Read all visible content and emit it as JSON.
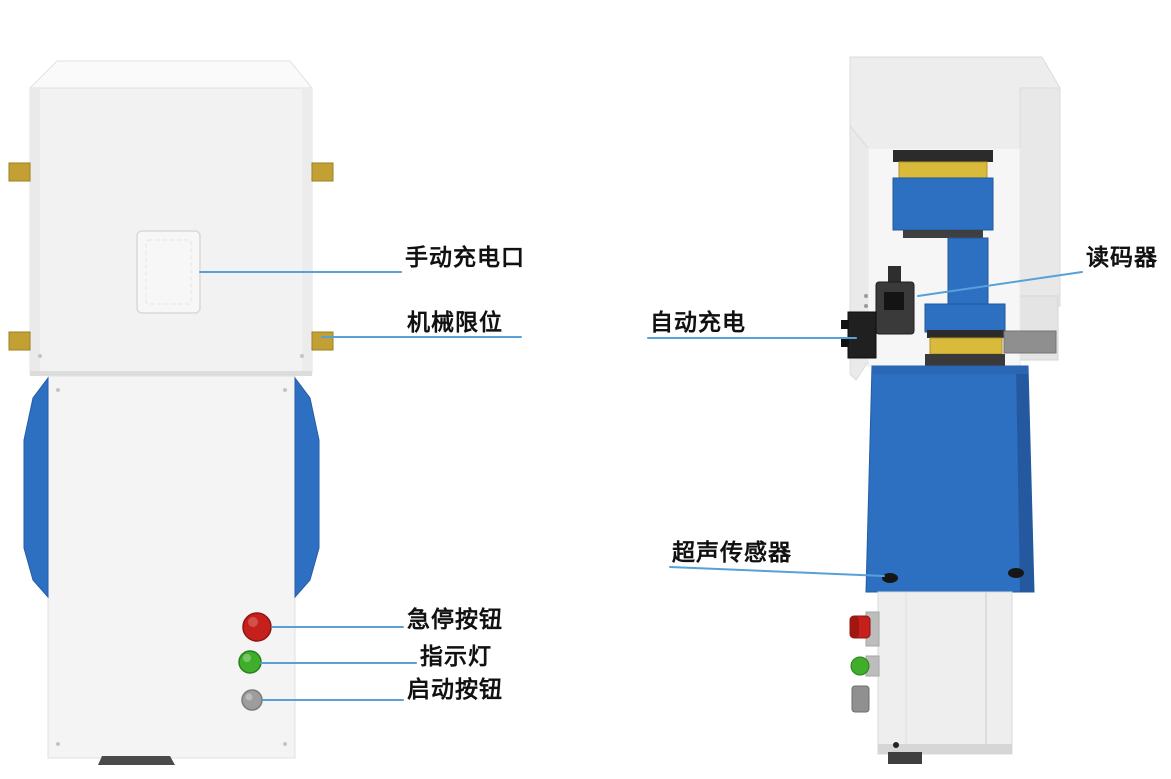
{
  "diagram": {
    "kind": "annotated product diagram, two views of a robot charging machine"
  },
  "labels": {
    "manual_charge_port": "手动充电口",
    "mechanical_limit": "机械限位",
    "emergency_stop": "急停按钮",
    "indicator_light": "指示灯",
    "start_button": "启动按钮",
    "code_reader": "读码器",
    "auto_charge": "自动充电",
    "ultrasonic_sensor": "超声传感器"
  },
  "colors": {
    "callout_line": "#57a1d8",
    "body_blue": "#2d6fc1",
    "limit_tab_yellow": "#c3a033",
    "charge_pad_yellow": "#d9ba3a",
    "estop_red": "#c6201c",
    "indicator_green": "#3fae2a",
    "start_gray": "#9d9d9d",
    "label_text": "#111111"
  }
}
